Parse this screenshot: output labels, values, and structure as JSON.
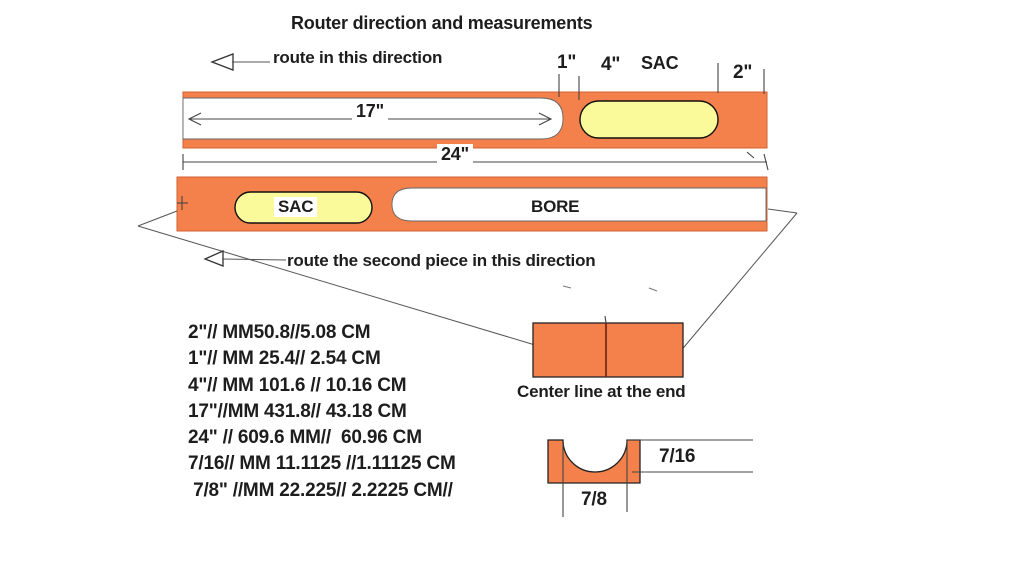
{
  "title": "Router direction and measurements",
  "top_board": {
    "route_note": "route in this direction",
    "slot_length": "17\"",
    "gap": "1\"",
    "pocket_length": "4\"",
    "pocket_name": "SAC",
    "end_width": "2\"",
    "total_length": "24\""
  },
  "bottom_board": {
    "route_note": "route the second piece in this direction",
    "pocket_name": "SAC",
    "slot_name": "BORE"
  },
  "measurements": [
    "2\"// MM50.8//5.08 CM",
    "1\"// MM 25.4// 2.54 CM",
    "4\"// MM 101.6 // 10.16 CM",
    "17\"//MM 431.8// 43.18 CM",
    "24\" // 609.6 MM//  60.96 CM",
    "7/16// MM 11.1125 //1.11125 CM",
    " 7/8\" //MM 22.225// 2.2225 CM//"
  ],
  "end_detail": {
    "caption": "Center line at the end"
  },
  "cutout_detail": {
    "depth": "7/16",
    "width": "7/8"
  },
  "colors": {
    "orange": "#F4814B",
    "yellow": "#FAFA9A",
    "ink": "#1D1D1D"
  }
}
